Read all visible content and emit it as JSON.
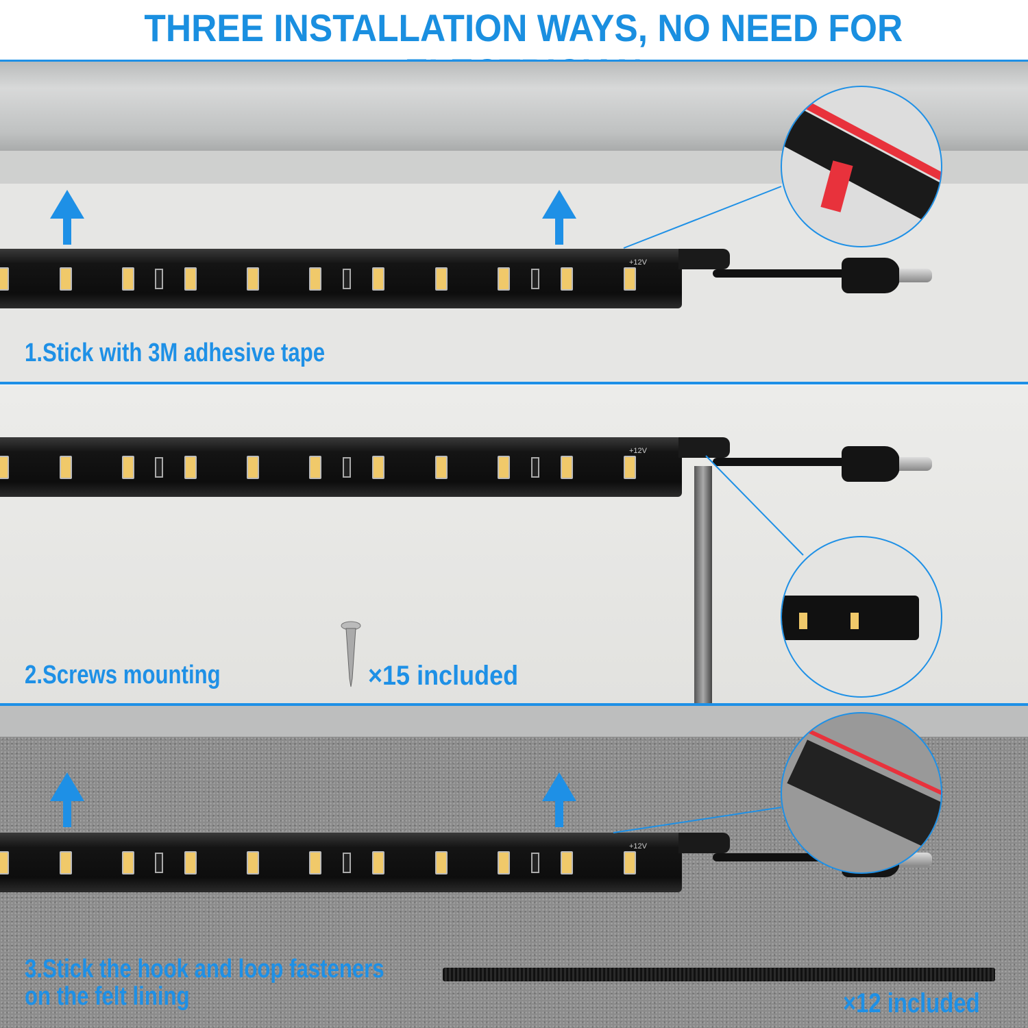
{
  "title": "THREE INSTALLATION WAYS, NO NEED FOR ELECTRICIAN",
  "voltage_label": "+12V",
  "methods": [
    {
      "label": "1.Stick with 3M adhesive tape"
    },
    {
      "label": "2.Screws mounting",
      "accessory": "×15 included"
    },
    {
      "label_line1": "3.Stick the hook and loop fasteners",
      "label_line2": "on the felt lining",
      "accessory": "×12 included"
    }
  ],
  "colors": {
    "accent": "#1e90e6",
    "led": "#f0c96a",
    "tape": "#e8323c"
  }
}
